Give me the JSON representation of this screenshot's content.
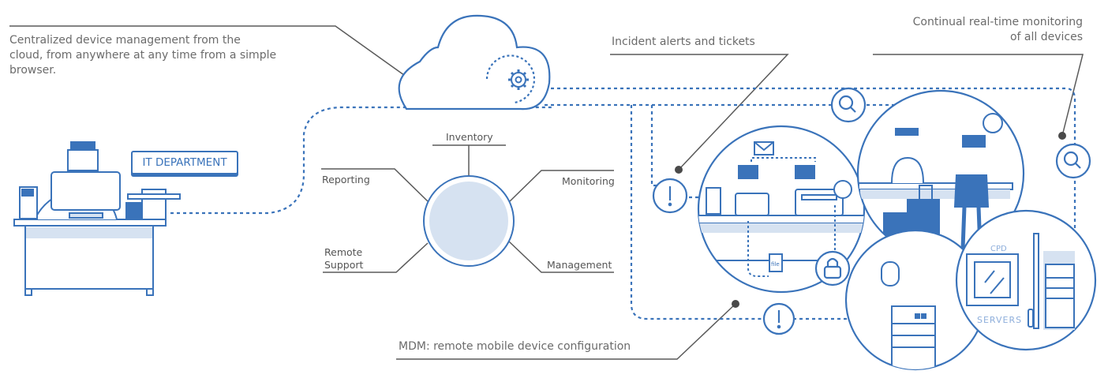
{
  "callouts": {
    "cloud": "Centralized device management from the cloud, from anywhere at any time from a simple browser.",
    "cloud_lines": [
      "Centralized device management from the",
      "cloud, from anywhere at any time from a simple",
      "browser."
    ],
    "incidents": "Incident alerts and tickets",
    "monitoring_lines": [
      "Continual real-time monitoring",
      "of all devices"
    ],
    "mdm": "MDM: remote mobile device configuration"
  },
  "it_department": {
    "label": "IT DEPARTMENT"
  },
  "hub": {
    "features": {
      "inventory": "Inventory",
      "reporting": "Reporting",
      "monitoring": "Monitoring",
      "remote_support": [
        "Remote",
        "Support"
      ],
      "management": "Management"
    }
  },
  "scenes": {
    "servers_label": "SERVERS",
    "cpd_label": "CPD",
    "file_label": "file"
  },
  "icons": [
    "cloud-icon",
    "gear-icon",
    "search-icon",
    "alert-icon",
    "lock-icon",
    "mail-icon",
    "clock-icon",
    "chat-bubble-icon"
  ],
  "colors": {
    "accent": "#3a73ba",
    "light_fill": "#d6e2f1",
    "text": "#6b6b6b",
    "leader": "#5a5a5a"
  }
}
